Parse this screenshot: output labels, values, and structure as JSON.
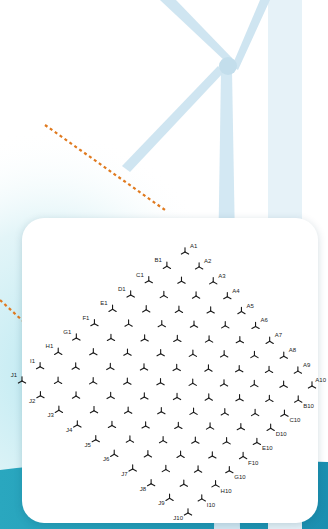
{
  "diagram": {
    "labels": [
      "A1",
      "A2",
      "A3",
      "A4",
      "A5",
      "A6",
      "A7",
      "A8",
      "A9",
      "A10",
      "B1",
      "C1",
      "D1",
      "E1",
      "F1",
      "G1",
      "H1",
      "I1",
      "J1",
      "B10",
      "C10",
      "D10",
      "E10",
      "F10",
      "G10",
      "H10",
      "I10",
      "J2",
      "J3",
      "J4",
      "J5",
      "J6",
      "J7",
      "J8",
      "J9",
      "J10"
    ]
  }
}
